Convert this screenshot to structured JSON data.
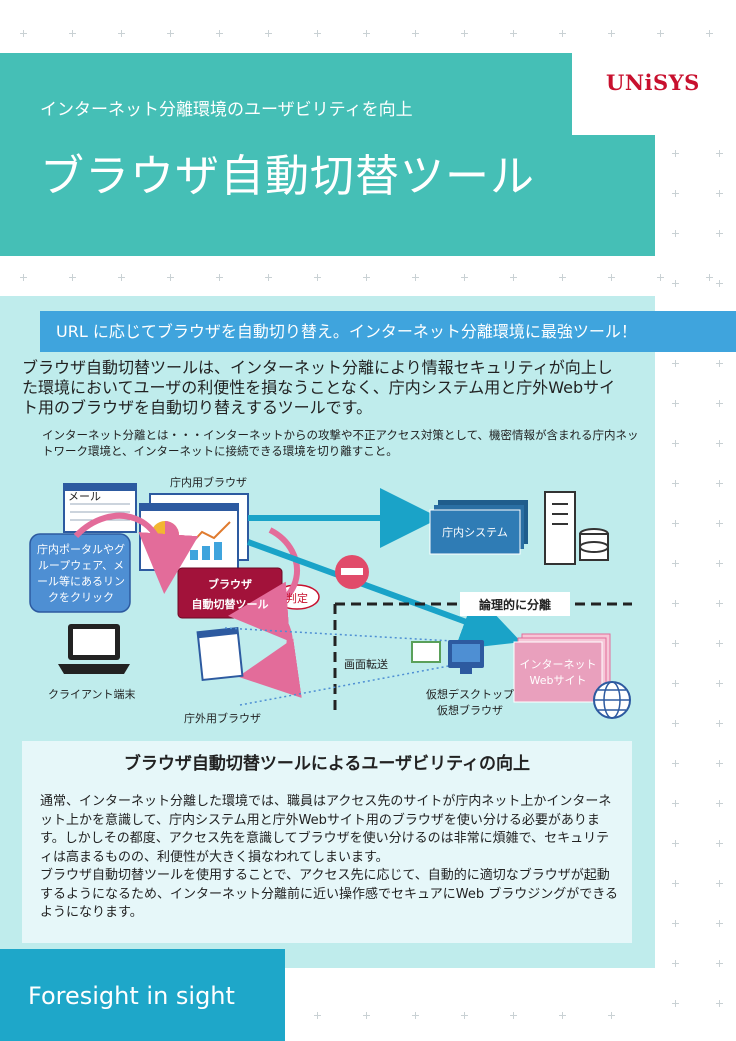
{
  "header": {
    "subtitle": "インターネット分離環境のユーザビリティを向上",
    "title": "ブラウザ自動切替ツール",
    "logo": "UNiSYS"
  },
  "tagline": "URL に応じてブラウザを自動切り替え。インターネット分離環境に最強ツール！",
  "intro": "ブラウザ自動切替ツールは、インターネット分離により情報セキュリティが向上した環境においてユーザの利便性を損なうことなく、庁内システム用と庁外Webサイト用のブラウザを自動切り替えするツールです。",
  "definition": "インターネット分離とは・・・インターネットからの攻撃や不正アクセス対策として、機密情報が含まれる庁内ネットワーク環境と、インターネットに接続できる環境を切り離すこと。",
  "diagram": {
    "mail_label": "メール",
    "internal_browser": "庁内用ブラウザ",
    "portal_bubble": "庁内ポータルやグループウェア、メール等にあるリンクをクリック",
    "client": "クライアント端末",
    "switch_tool_line1": "ブラウザ",
    "switch_tool_line2": "自動切替ツール",
    "judge": "判定",
    "internal_system": "庁内システム",
    "logical_separation": "論理的に分離",
    "screen_transfer": "画面転送",
    "internet_site_line1": "インターネット",
    "internet_site_line2": "Webサイト",
    "virtual_line1": "仮想デスクトップ",
    "virtual_line2": "仮想ブラウザ",
    "external_browser": "庁外用ブラウザ"
  },
  "info": {
    "title": "ブラウザ自動切替ツールによるユーザビリティの向上",
    "paragraph1": "通常、インターネット分離した環境では、職員はアクセス先のサイトが庁内ネット上かインターネット上かを意識して、庁内システム用と庁外Webサイト用のブラウザを使い分ける必要があります。しかしその都度、アクセス先を意識してブラウザを使い分けるのは非常に煩雑で、セキュリティは高まるものの、利便性が大きく損なわれてしまいます。",
    "paragraph2": "ブラウザ自動切替ツールを使用することで、アクセス先に応じて、自動的に適切なブラウザが起動するようになるため、インターネット分離前に近い操作感でセキュアにWeb ブラウジングができるようになります。"
  },
  "footer": "Foresight in sight",
  "colors": {
    "teal": "#45bfb6",
    "panel": "#bfecec",
    "tagline": "#3fa4dd",
    "footer": "#1ea7c9",
    "accent_red": "#c8102e"
  }
}
